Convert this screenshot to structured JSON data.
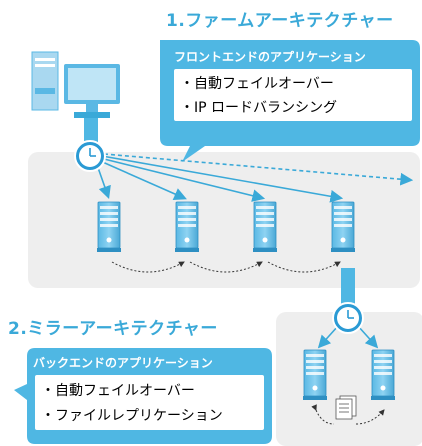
{
  "farm": {
    "title": "1.ファームアーキテクチャー",
    "callout": {
      "heading": "フロントエンドのアプリケーション",
      "items": [
        "・自動フェイルオーバー",
        "・IP ロードバランシング"
      ]
    }
  },
  "mirror": {
    "title": "2.ミラーアーキテクチャー",
    "callout": {
      "heading": "バックエンドのアプリケーション",
      "items": [
        "・自動フェイルオーバー",
        "・ファイルレプリケーション"
      ]
    }
  },
  "colors": {
    "accent": "#3aa9d8",
    "callout_bg": "#4fb7e3",
    "panel_bg": "#eeeeee",
    "clock_blue": "#2a9ad4",
    "server_body": "#6fc3ea"
  },
  "icons": [
    "computer-icon",
    "clock-icon",
    "server-icon",
    "document-icon"
  ]
}
